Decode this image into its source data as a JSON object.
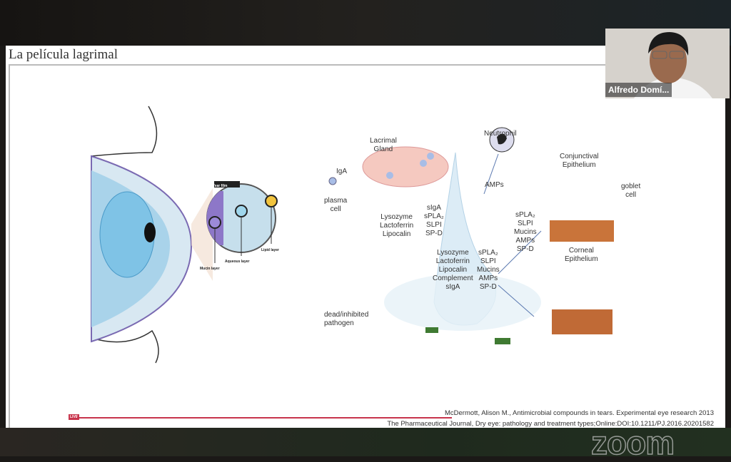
{
  "slide": {
    "title": "La película lagrimal",
    "eye_diagram": {
      "tear_film_label": "Tear film",
      "mucin": "Mucin layer",
      "aqueous": "Aqueous layer",
      "lipid": "Lipid layer"
    },
    "tear_diagram": {
      "lacrimal_gland": "Lacrimal\nGland",
      "iga": "IgA",
      "plasma_cell": "plasma\ncell",
      "neutrophil": "Neutrophil",
      "amps": "AMPs",
      "conjunctival": "Conjunctival\nEpithelium",
      "goblet": "goblet\ncell",
      "corneal": "Corneal\nEpithelium",
      "gland_left": "Lysozyme\nLactoferrin\nLipocalin",
      "gland_right": "sIgA\nsPLA₂\nSLPI\nSP-D",
      "epi_list": "sPLA₂\nSLPI\nMucins\nAMPs\nSP-D",
      "drop_left": "Lysozyme\nLactoferrin\nLipocalin\nComplement\nsIgA",
      "drop_right": "sPLA₂\nSLPI\nMucins\nAMPs\nSP-D",
      "pathogen": "dead/inhibited\npathogen"
    },
    "citations": [
      "McDermott, Alison M., Antimicrobial compounds in tears. Experimental eye research 2013",
      "The Pharmaceutical Journal, Dry eye: pathology and treatment types;Online:DOI:10.1211/PJ.2016.20201582"
    ],
    "live_badge": "LIVE"
  },
  "watermark": "zoom",
  "participant": {
    "name": "Alfredo Domí..."
  }
}
